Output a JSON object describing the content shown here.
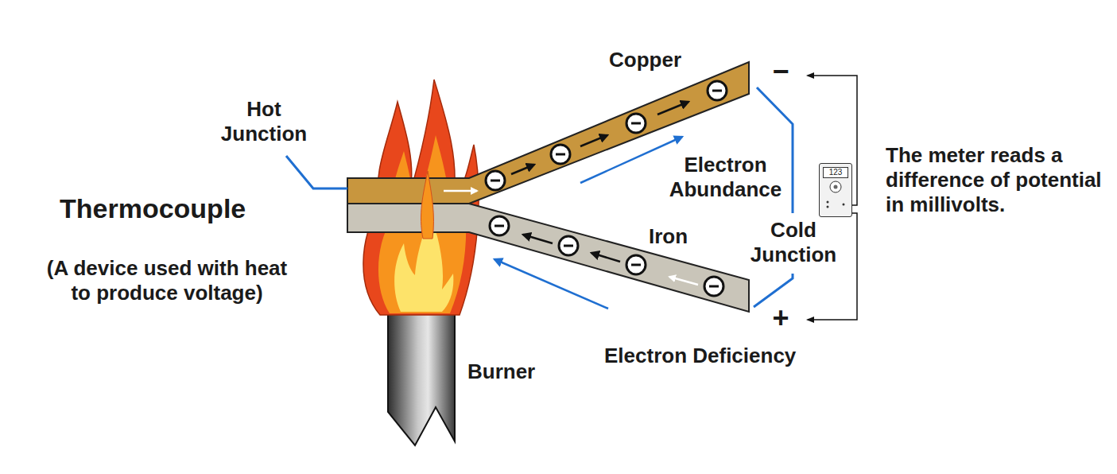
{
  "diagram": {
    "title": "Thermocouple",
    "nodes": [
      {
        "text": [
          "123"
        ]
      }
    ],
    "labels": [
      "Hot Junction",
      "Copper",
      "−",
      "Electron Abundance",
      "Cold Junction",
      "Iron",
      "+",
      "Electron Deficiency",
      "Burner",
      "(A device used with heat to produce voltage)",
      "The meter reads a difference of potential in millivolts."
    ]
  }
}
